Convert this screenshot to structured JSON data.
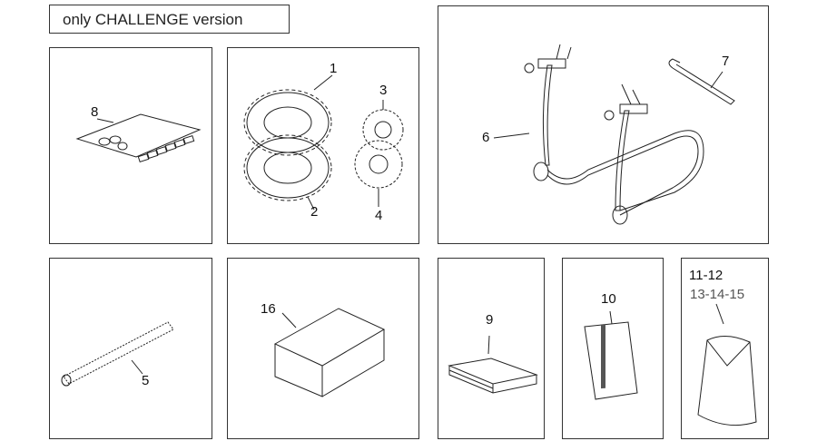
{
  "header": {
    "title": "only CHALLENGE version"
  },
  "parts": {
    "p1": "1",
    "p2": "2",
    "p3": "3",
    "p4": "4",
    "p5": "5",
    "p6": "6",
    "p7": "7",
    "p8": "8",
    "p9": "9",
    "p10": "10",
    "p11_12": "11-12",
    "p13_15": "13-14-15",
    "p16": "16"
  },
  "icons": {
    "chain-kit": "chain-kit-icon",
    "sprocket-set": "sprocket-set-icon",
    "paddock-stand": "paddock-stand-icon",
    "wrench": "wrench-icon",
    "hose": "hose-icon",
    "box": "box-icon",
    "manual": "manual-icon",
    "bag": "bag-icon"
  },
  "colors": {
    "line": "#222222",
    "background": "#ffffff"
  }
}
